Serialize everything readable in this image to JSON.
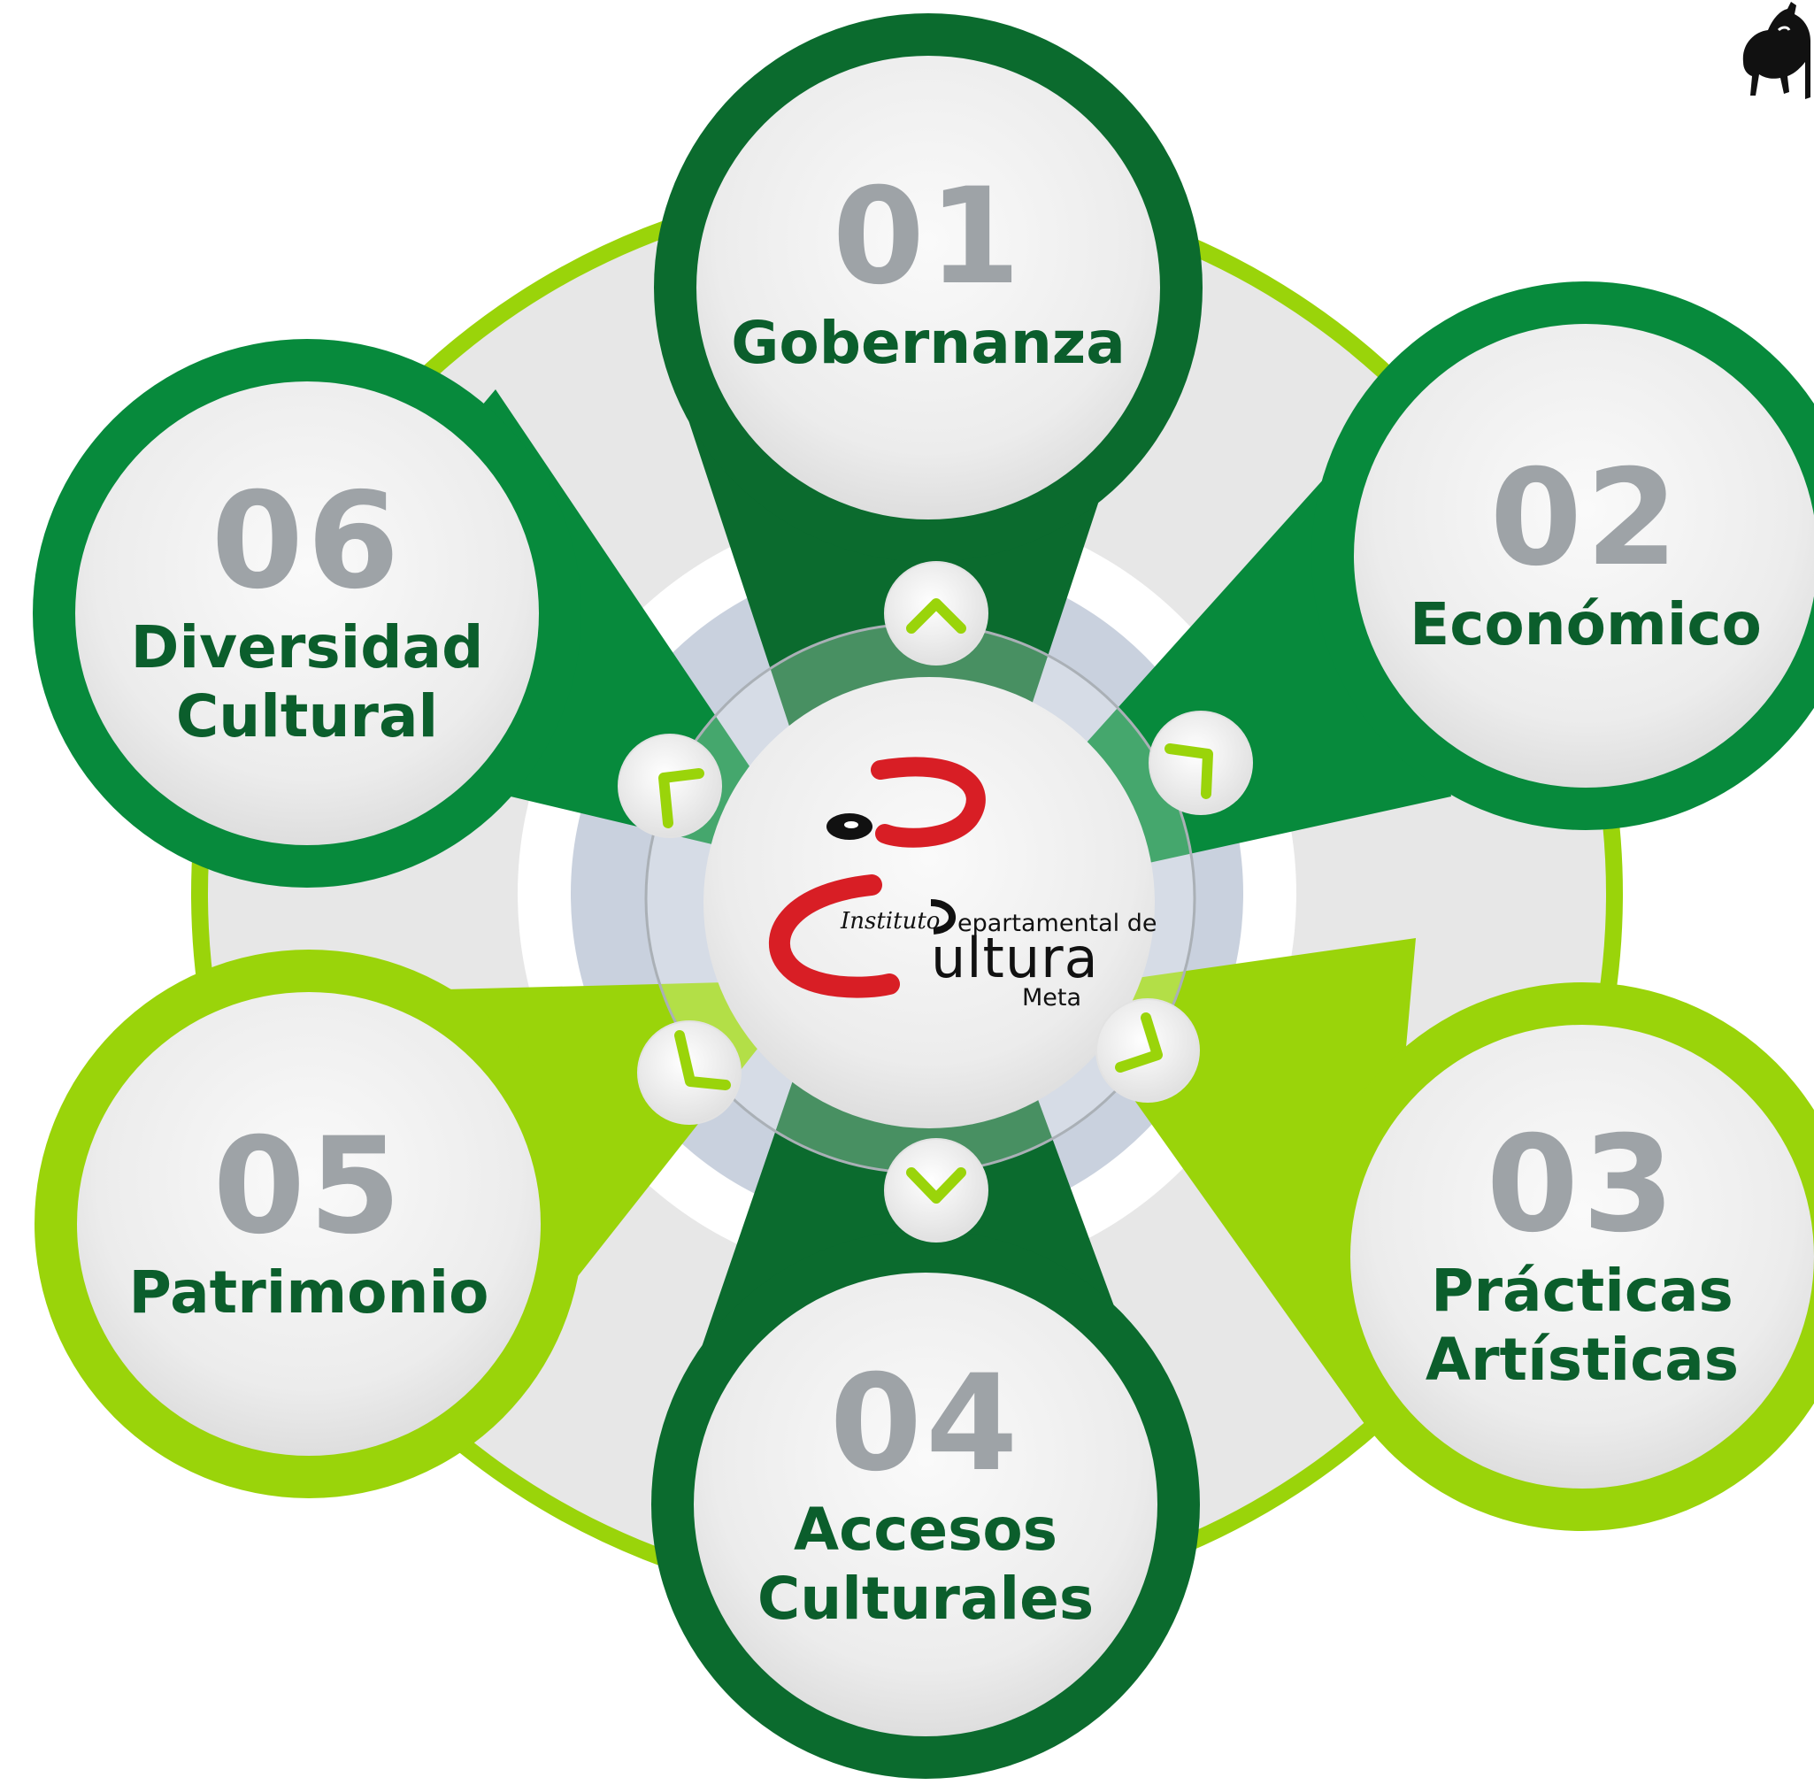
{
  "diagram": {
    "center_logo": {
      "line1_left": "Instituto",
      "line1_right": "epartamental de",
      "line2": "ultura",
      "line3": "Meta"
    },
    "items": [
      {
        "number": "01",
        "label_lines": [
          "Gobernanza"
        ]
      },
      {
        "number": "02",
        "label_lines": [
          "Económico"
        ]
      },
      {
        "number": "03",
        "label_lines": [
          "Prácticas",
          "Artísticas"
        ]
      },
      {
        "number": "04",
        "label_lines": [
          "Accesos",
          "Culturales"
        ]
      },
      {
        "number": "05",
        "label_lines": [
          "Patrimonio"
        ]
      },
      {
        "number": "06",
        "label_lines": [
          "Diversidad",
          "Cultural"
        ]
      }
    ],
    "colors": {
      "dark_green": "#0b6b2e",
      "mid_green": "#078a3c",
      "light_green": "#9ad40a",
      "number_gray": "#9ea3a7",
      "label_green": "#0b5e2c",
      "logo_red": "#d81e25"
    },
    "icons": [
      "chevron-up-icon",
      "chevron-up-right-icon",
      "chevron-down-right-icon",
      "chevron-down-icon",
      "chevron-down-left-icon",
      "chevron-up-left-icon",
      "horse-emblem-icon"
    ]
  }
}
